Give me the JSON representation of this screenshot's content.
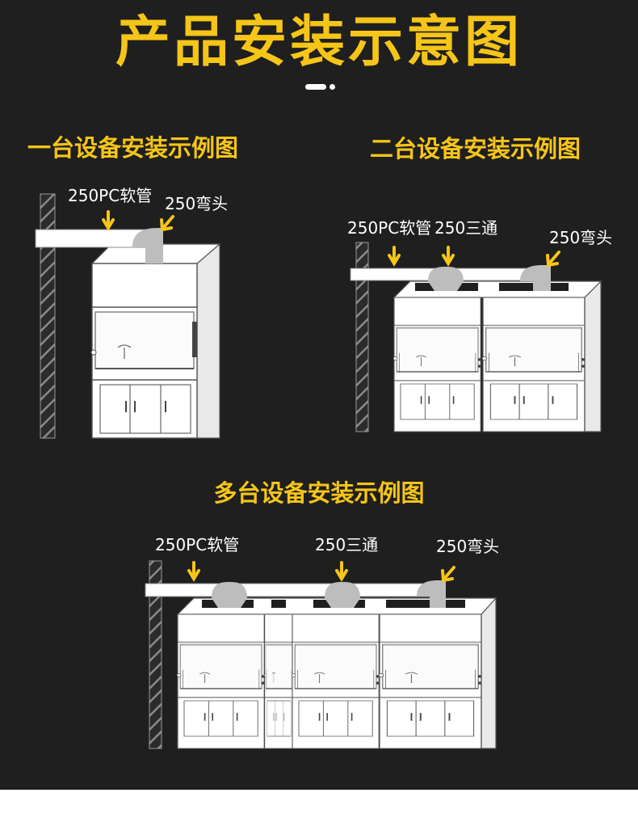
{
  "title": "产品安装示意图",
  "sections": [
    {
      "title": "一台设备安装示例图",
      "labels": {
        "hose": "250PC软管",
        "elbow": "250弯头"
      }
    },
    {
      "title": "二台设备安装示例图",
      "labels": {
        "hose": "250PC软管",
        "tee": "250三通",
        "elbow": "250弯头"
      }
    },
    {
      "title": "多台设备安装示例图",
      "labels": {
        "hose": "250PC软管",
        "tee": "250三通",
        "elbow": "250弯头"
      }
    }
  ],
  "colors": {
    "background": "#1f1f1f",
    "accent": "#f5c518",
    "label": "#ffffff",
    "cabinet_fill": "#ffffff",
    "cabinet_line": "#555555",
    "duct_gray": "#bdbdbd",
    "wall": "#8a8a8a"
  }
}
